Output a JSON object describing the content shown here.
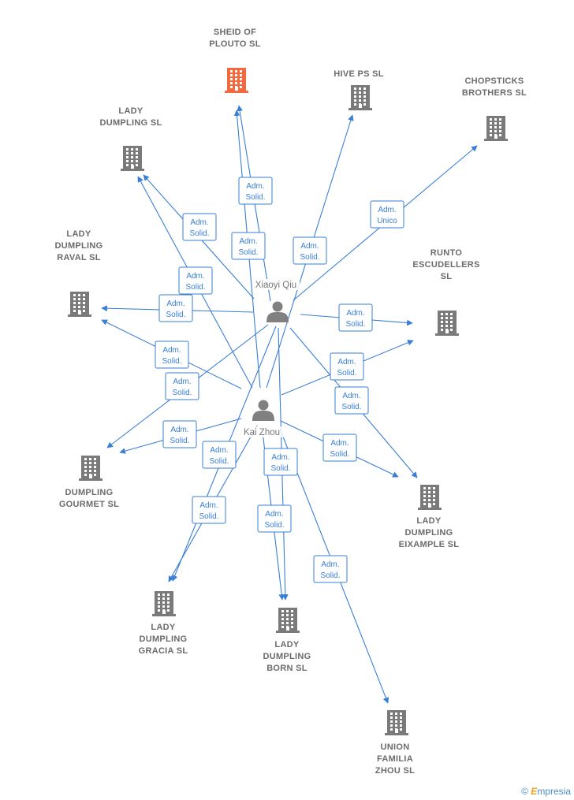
{
  "colors": {
    "edge": "#3a7fd5",
    "company": "#7a7a7a",
    "highlight": "#f26a3d",
    "person": "#777777"
  },
  "watermark": {
    "symbol": "©",
    "brand_initial": "E",
    "brand_rest": "mpresia"
  },
  "companies": [
    {
      "id": "sheid",
      "lines": [
        "SHEID OF",
        "PLOUTO  SL"
      ],
      "highlight": true
    },
    {
      "id": "hive",
      "lines": [
        "HIVE PS  SL"
      ]
    },
    {
      "id": "chopsticks",
      "lines": [
        "CHOPSTICKS",
        "BROTHERS  SL"
      ]
    },
    {
      "id": "lady_dumpling",
      "lines": [
        "LADY",
        "DUMPLING  SL"
      ]
    },
    {
      "id": "raval",
      "lines": [
        "LADY",
        "DUMPLING",
        "RAVAL  SL"
      ]
    },
    {
      "id": "runto",
      "lines": [
        "RUNTO",
        "ESCUDELLERS",
        "SL"
      ]
    },
    {
      "id": "gourmet",
      "lines": [
        "DUMPLING",
        "GOURMET  SL"
      ]
    },
    {
      "id": "eixample",
      "lines": [
        "LADY",
        "DUMPLING",
        "EIXAMPLE  SL"
      ]
    },
    {
      "id": "gracia",
      "lines": [
        "LADY",
        "DUMPLING",
        "GRACIA  SL"
      ]
    },
    {
      "id": "born",
      "lines": [
        "LADY",
        "DUMPLING",
        "BORN  SL"
      ]
    },
    {
      "id": "union",
      "lines": [
        "UNION",
        "FAMILIA",
        "ZHOU  SL"
      ]
    }
  ],
  "persons": [
    {
      "id": "xiaoyi",
      "name": "Xiaoyi Qiu"
    },
    {
      "id": "kai",
      "name": "Kai Zhou"
    }
  ],
  "edges": [
    {
      "from": "xiaoyi",
      "to": "sheid",
      "label": [
        "Adm.",
        "Solid."
      ]
    },
    {
      "from": "kai",
      "to": "sheid",
      "label": [
        "Adm.",
        "Solid."
      ]
    },
    {
      "from": "kai",
      "to": "hive",
      "label": [
        "Adm.",
        "Solid."
      ]
    },
    {
      "from": "xiaoyi",
      "to": "chopsticks",
      "label": [
        "Adm.",
        "Unico"
      ]
    },
    {
      "from": "xiaoyi",
      "to": "lady_dumpling",
      "label": [
        "Adm.",
        "Solid."
      ]
    },
    {
      "from": "kai",
      "to": "lady_dumpling",
      "label": [
        "Adm.",
        "Solid."
      ]
    },
    {
      "from": "xiaoyi",
      "to": "raval",
      "label": [
        "Adm.",
        "Solid."
      ]
    },
    {
      "from": "kai",
      "to": "raval",
      "label": [
        "Adm.",
        "Solid."
      ]
    },
    {
      "from": "xiaoyi",
      "to": "runto",
      "label": [
        "Adm.",
        "Solid."
      ]
    },
    {
      "from": "kai",
      "to": "runto",
      "label": [
        "Adm.",
        "Solid."
      ]
    },
    {
      "from": "xiaoyi",
      "to": "gourmet",
      "label": [
        "Adm.",
        "Solid."
      ]
    },
    {
      "from": "kai",
      "to": "gourmet",
      "label": [
        "Adm.",
        "Solid."
      ]
    },
    {
      "from": "xiaoyi",
      "to": "eixample",
      "label": [
        "Adm.",
        "Solid."
      ]
    },
    {
      "from": "kai",
      "to": "eixample",
      "label": [
        "Adm.",
        "Solid."
      ]
    },
    {
      "from": "xiaoyi",
      "to": "gracia",
      "label": [
        "Adm.",
        "Solid."
      ]
    },
    {
      "from": "kai",
      "to": "gracia",
      "label": [
        "Adm.",
        "Solid."
      ]
    },
    {
      "from": "xiaoyi",
      "to": "born",
      "label": [
        "Adm.",
        "Solid."
      ]
    },
    {
      "from": "kai",
      "to": "born",
      "label": [
        "Adm.",
        "Solid."
      ]
    },
    {
      "from": "kai",
      "to": "union",
      "label": [
        "Adm.",
        "Solid."
      ]
    }
  ]
}
